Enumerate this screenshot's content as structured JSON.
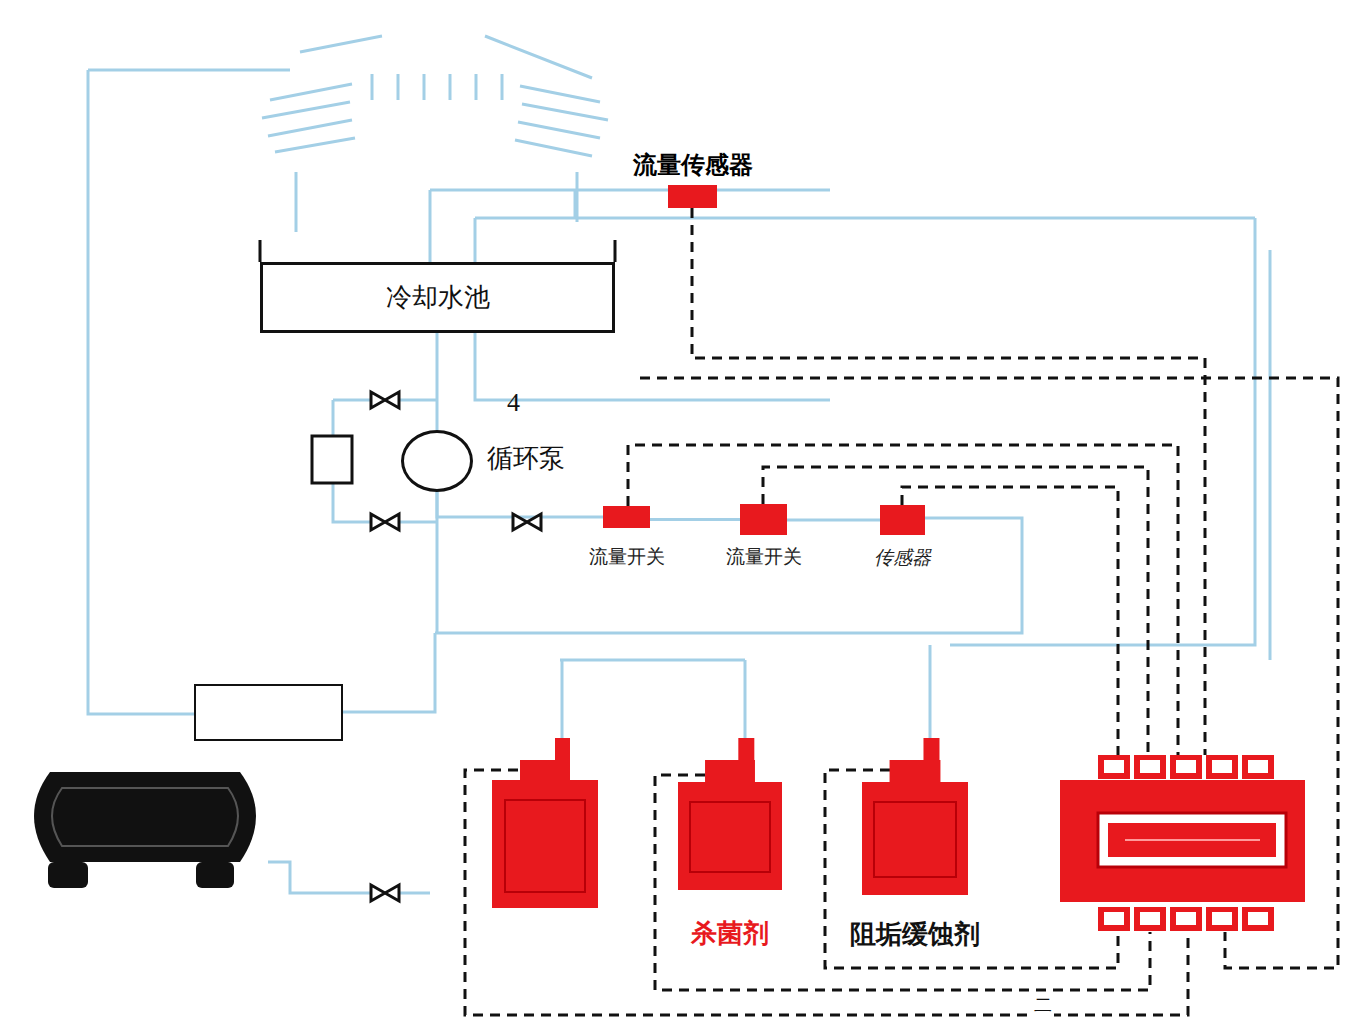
{
  "diagram": {
    "nodes": [
      {
        "text": [
          "流量传感器"
        ]
      },
      {
        "text": [
          "冷却水池"
        ]
      },
      {
        "text": [
          "循环泵"
        ]
      },
      {
        "text": [
          "流量开关"
        ]
      },
      {
        "text": [
          "流量开关"
        ]
      },
      {
        "text": [
          "传感器"
        ]
      },
      {
        "text": [
          "杀菌剂"
        ]
      },
      {
        "text": [
          "阻垢缓蚀剂"
        ]
      }
    ],
    "edges": [
      {
        "from": 1,
        "to": 2,
        "arrow": "none"
      },
      {
        "from": 2,
        "to": 3,
        "arrow": "none"
      },
      {
        "from": 3,
        "to": 4,
        "arrow": "none"
      },
      {
        "from": 4,
        "to": 5,
        "arrow": "none"
      }
    ],
    "labels": [
      "4",
      "二"
    ]
  }
}
